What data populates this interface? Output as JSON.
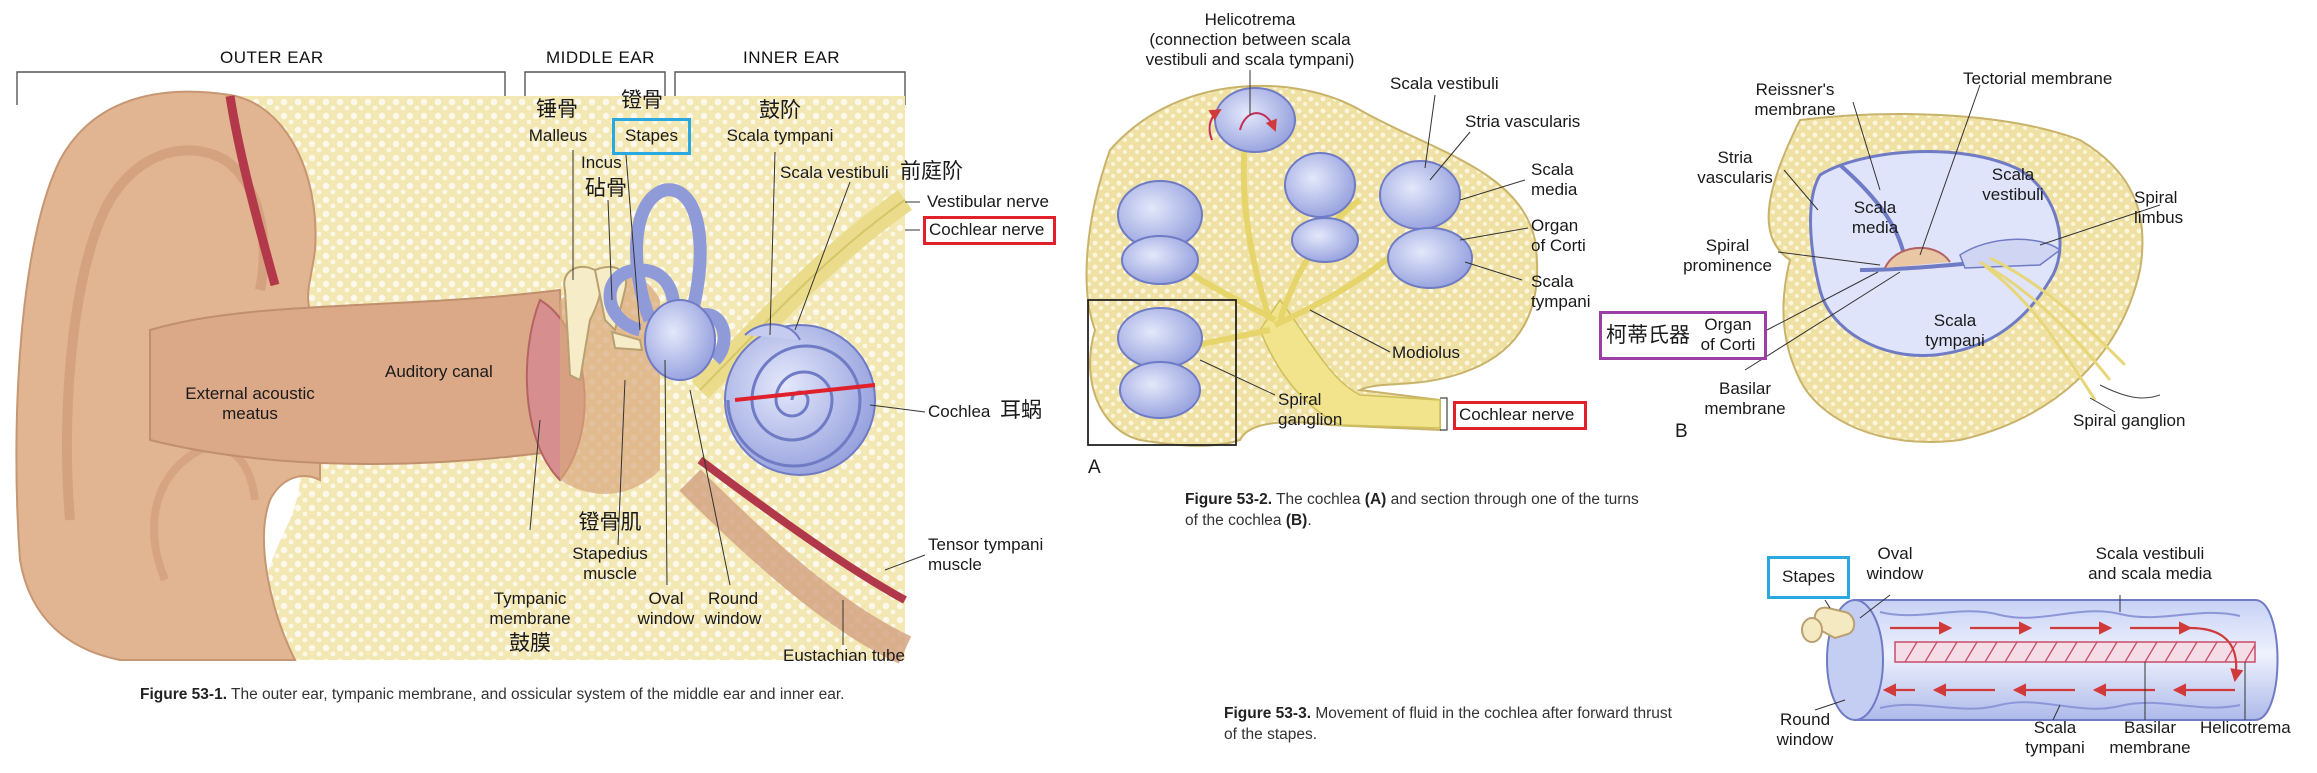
{
  "sections": {
    "outer": "OUTER EAR",
    "middle": "MIDDLE EAR",
    "inner": "INNER EAR"
  },
  "fig1": {
    "labels": {
      "malleus_zh": "锤骨",
      "malleus": "Malleus",
      "stapes_zh": "镫骨",
      "stapes": "Stapes",
      "incus": "Incus",
      "incus_zh": "砧骨",
      "scala_tympani_zh": "鼓阶",
      "scala_tympani": "Scala tympani",
      "scala_vestibuli": "Scala vestibuli",
      "scala_vestibuli_zh": "前庭阶",
      "vestibular_nerve": "Vestibular nerve",
      "cochlear_nerve": "Cochlear nerve",
      "cochlea": "Cochlea",
      "cochlea_zh": "耳蜗",
      "auditory_canal": "Auditory canal",
      "external_meatus_1": "External acoustic",
      "external_meatus_2": "meatus",
      "stapedius_zh": "镫骨肌",
      "stapedius_1": "Stapedius",
      "stapedius_2": "muscle",
      "tympanic_1": "Tympanic",
      "tympanic_2": "membrane",
      "tympanic_zh": "鼓膜",
      "oval_1": "Oval",
      "oval_2": "window",
      "round_1": "Round",
      "round_2": "window",
      "tensor_1": "Tensor tympani",
      "tensor_2": "muscle",
      "eustachian": "Eustachian tube"
    },
    "caption_bold": "Figure 53-1.",
    "caption_text": "The outer ear, tympanic membrane, and ossicular system of the middle ear and inner ear."
  },
  "fig2": {
    "labels": {
      "helicotrema_1": "Helicotrema",
      "helicotrema_2": "(connection between scala",
      "helicotrema_3": "vestibuli and scala tympani)",
      "scala_vestibuli": "Scala vestibuli",
      "stria": "Stria vascularis",
      "scala_media_1": "Scala",
      "scala_media_2": "media",
      "organ_1": "Organ",
      "organ_2": "of Corti",
      "scala_tympani_1": "Scala",
      "scala_tympani_2": "tympani",
      "modiolus": "Modiolus",
      "spiral_1": "Spiral",
      "spiral_2": "ganglion",
      "cochlear_nerve": "Cochlear nerve",
      "panel_a": "A"
    },
    "b_labels": {
      "reissner_1": "Reissner's",
      "reissner_2": "membrane",
      "tectorial": "Tectorial membrane",
      "stria_1": "Stria",
      "stria_2": "vascularis",
      "media_1": "Scala",
      "media_2": "media",
      "vest_1": "Scala",
      "vest_2": "vestibuli",
      "limbus_1": "Spiral",
      "limbus_2": "limbus",
      "prom_1": "Spiral",
      "prom_2": "prominence",
      "corti_zh": "柯蒂氏器",
      "corti_1": "Organ",
      "corti_2": "of Corti",
      "tymp_1": "Scala",
      "tymp_2": "tympani",
      "basilar_1": "Basilar",
      "basilar_2": "membrane",
      "spiral_ganglion": "Spiral ganglion",
      "panel_b": "B"
    },
    "caption_bold": "Figure 53-2.",
    "caption_l1a": "The cochlea ",
    "caption_l1b": "(A)",
    "caption_l1c": " and section through one of the turns",
    "caption_l2a": "of the cochlea ",
    "caption_l2b": "(B)",
    "caption_l2c": "."
  },
  "fig3": {
    "labels": {
      "stapes": "Stapes",
      "oval_1": "Oval",
      "oval_2": "window",
      "svm_1": "Scala vestibuli",
      "svm_2": "and scala media",
      "round_1": "Round",
      "round_2": "window",
      "st_1": "Scala",
      "st_2": "tympani",
      "bm_1": "Basilar",
      "bm_2": "membrane",
      "helicotrema": "Helicotrema"
    },
    "caption_bold": "Figure 53-3.",
    "caption_l1": "Movement of fluid in the cochlea after forward thrust",
    "caption_l2": "of the stapes."
  },
  "colors": {
    "highlight_blue": "#29a9e0",
    "highlight_red": "#e0202a",
    "highlight_purple": "#9b3fa6",
    "bone": "#f2e7b5",
    "skin": "#e3b593",
    "cochlea_blue": "#a9b3e6"
  }
}
